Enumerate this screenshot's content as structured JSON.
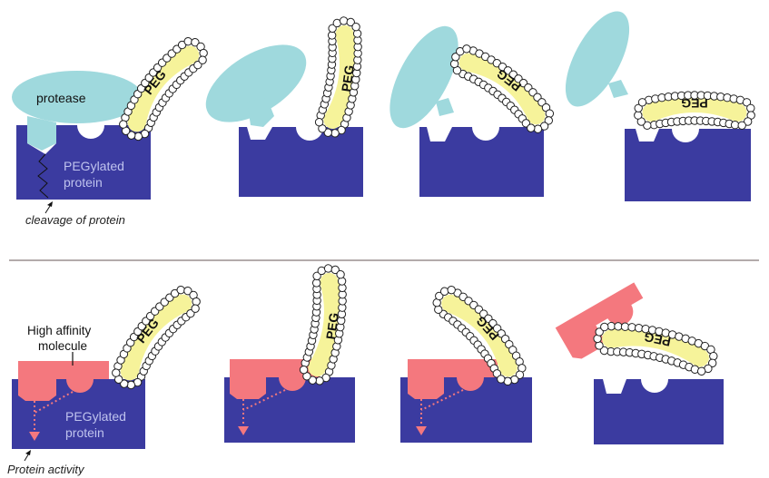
{
  "labels": {
    "protease": "protease",
    "pegylated_top": [
      "PEGylated",
      "protein"
    ],
    "cleavage": "cleavage of protein",
    "high_affinity": [
      "High affinity",
      "molecule"
    ],
    "pegylated_bottom": [
      "PEGylated",
      "protein"
    ],
    "activity": "Protein activity",
    "peg": "PEG"
  },
  "colors": {
    "protein": "#3b3ba0",
    "protease": "#9fd9dd",
    "molecule": "#f4787e",
    "peg": "#f6f39a",
    "divider": "#9a8f8f"
  }
}
